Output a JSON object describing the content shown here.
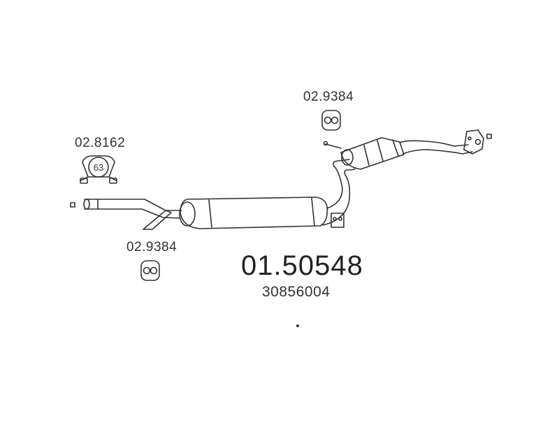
{
  "parts": {
    "mount_top_label": "02.9384",
    "clamp_label": "02.8162",
    "clamp_size": "63",
    "mount_bottom_label": "02.9384"
  },
  "product": {
    "code": "01.50548",
    "oem_number": "30856004"
  },
  "colors": {
    "line": "#333333",
    "background": "#ffffff"
  }
}
